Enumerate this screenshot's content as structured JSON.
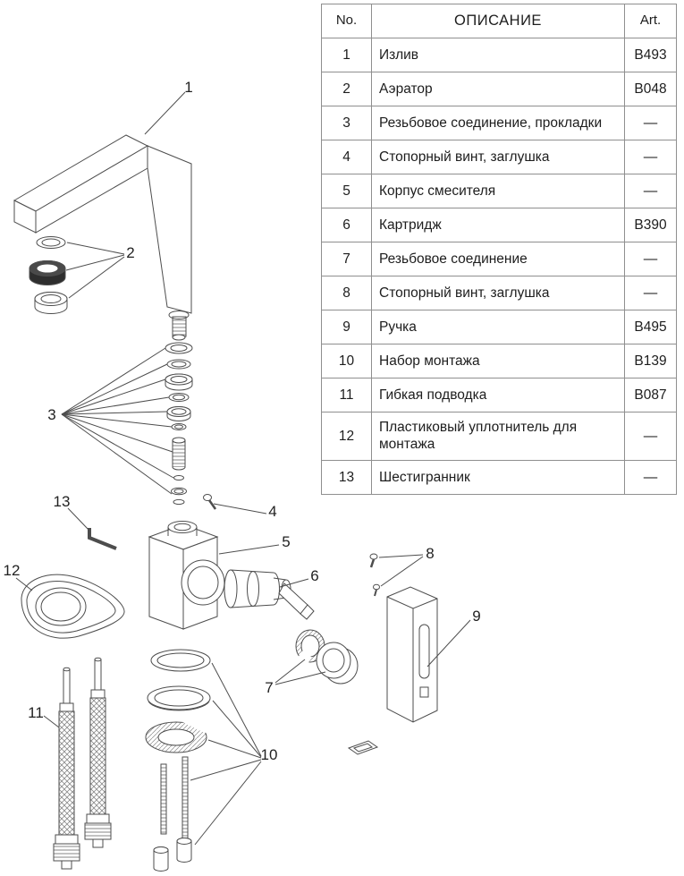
{
  "table": {
    "headers": {
      "no": "No.",
      "description": "ОПИСАНИЕ",
      "art": "Art."
    },
    "rows": [
      {
        "no": "1",
        "description": "Излив",
        "art": "B493"
      },
      {
        "no": "2",
        "description": "Аэратор",
        "art": "B048"
      },
      {
        "no": "3",
        "description": "Резьбовое соединение, прокладки",
        "art": "—"
      },
      {
        "no": "4",
        "description": "Стопорный винт, заглушка",
        "art": "—"
      },
      {
        "no": "5",
        "description": "Корпус смесителя",
        "art": "—"
      },
      {
        "no": "6",
        "description": "Картридж",
        "art": "B390"
      },
      {
        "no": "7",
        "description": "Резьбовое соединение",
        "art": "—"
      },
      {
        "no": "8",
        "description": "Стопорный винт, заглушка",
        "art": "—"
      },
      {
        "no": "9",
        "description": "Ручка",
        "art": "B495"
      },
      {
        "no": "10",
        "description": "Набор монтажа",
        "art": "B139"
      },
      {
        "no": "11",
        "description": "Гибкая подводка",
        "art": "B087"
      },
      {
        "no": "12",
        "description": "Пластиковый уплотнитель для монтажа",
        "art": "—"
      },
      {
        "no": "13",
        "description": "Шестигранник",
        "art": "—"
      }
    ]
  },
  "diagram": {
    "callouts": [
      "1",
      "2",
      "3",
      "4",
      "5",
      "6",
      "7",
      "8",
      "9",
      "10",
      "11",
      "12",
      "13"
    ],
    "line_color": "#4d4d4d"
  }
}
